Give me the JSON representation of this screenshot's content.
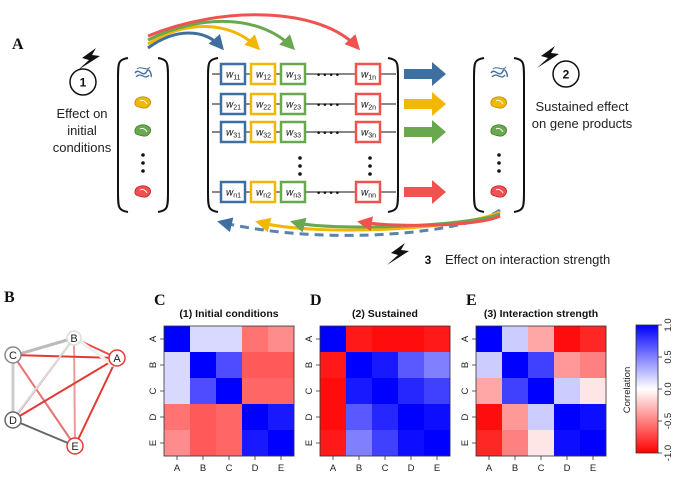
{
  "colors": {
    "blue": "#3f6f9f",
    "yellow": "#f2b705",
    "green": "#6aa84f",
    "red": "#ef5350",
    "dashed": "#5a84ad"
  },
  "panelA": {
    "letter": "A",
    "step1": {
      "num": "1",
      "text": [
        "Effect on",
        "initial",
        "conditions"
      ]
    },
    "step2": {
      "num": "2",
      "text": [
        "Sustained effect",
        "on gene products"
      ]
    },
    "step3": {
      "num": "3",
      "text": "Effect on interaction strength"
    },
    "weights": [
      [
        "11",
        "12",
        "13",
        "1n"
      ],
      [
        "21",
        "22",
        "23",
        "2n"
      ],
      [
        "31",
        "32",
        "33",
        "3n"
      ],
      [
        "n1",
        "n2",
        "n3",
        "nn"
      ]
    ],
    "icon_names": [
      "dna-icon",
      "protein-icon",
      "protein-icon",
      "protein-icon"
    ]
  },
  "panelB": {
    "letter": "B",
    "nodes": [
      "A",
      "B",
      "C",
      "D",
      "E"
    ]
  },
  "heatmaps": [
    {
      "letter": "C",
      "title": "(1) Initial conditions",
      "matrix": [
        [
          1.0,
          0.15,
          0.15,
          -0.55,
          -0.45
        ],
        [
          0.15,
          1.0,
          0.7,
          -0.65,
          -0.65
        ],
        [
          0.15,
          0.7,
          1.0,
          -0.6,
          -0.6
        ],
        [
          -0.55,
          -0.65,
          -0.6,
          1.0,
          0.9
        ],
        [
          -0.45,
          -0.65,
          -0.6,
          0.9,
          1.0
        ]
      ]
    },
    {
      "letter": "D",
      "title": "(2) Sustained",
      "matrix": [
        [
          1.0,
          -0.9,
          -0.95,
          -0.95,
          -0.9
        ],
        [
          -0.9,
          1.0,
          0.9,
          0.65,
          0.5
        ],
        [
          -0.95,
          0.9,
          1.0,
          0.85,
          0.75
        ],
        [
          -0.95,
          0.65,
          0.85,
          1.0,
          0.95
        ],
        [
          -0.9,
          0.5,
          0.75,
          0.95,
          1.0
        ]
      ]
    },
    {
      "letter": "E",
      "title": "(3) Interaction strength",
      "matrix": [
        [
          1.0,
          0.2,
          -0.35,
          -0.95,
          -0.85
        ],
        [
          0.2,
          1.0,
          0.75,
          -0.4,
          -0.5
        ],
        [
          -0.35,
          0.75,
          1.0,
          0.2,
          -0.1
        ],
        [
          -0.95,
          -0.4,
          0.2,
          1.0,
          0.95
        ],
        [
          -0.85,
          -0.5,
          -0.1,
          0.95,
          1.0
        ]
      ]
    }
  ],
  "axis_labels": [
    "A",
    "B",
    "C",
    "D",
    "E"
  ],
  "colorbar": {
    "label": "Correlation",
    "ticks": [
      "1.0",
      "0.5",
      "0.0",
      "-0.5",
      "-1.0"
    ],
    "low_color": "#ff0000",
    "mid_color": "#ffffff",
    "high_color": "#0000ff"
  }
}
